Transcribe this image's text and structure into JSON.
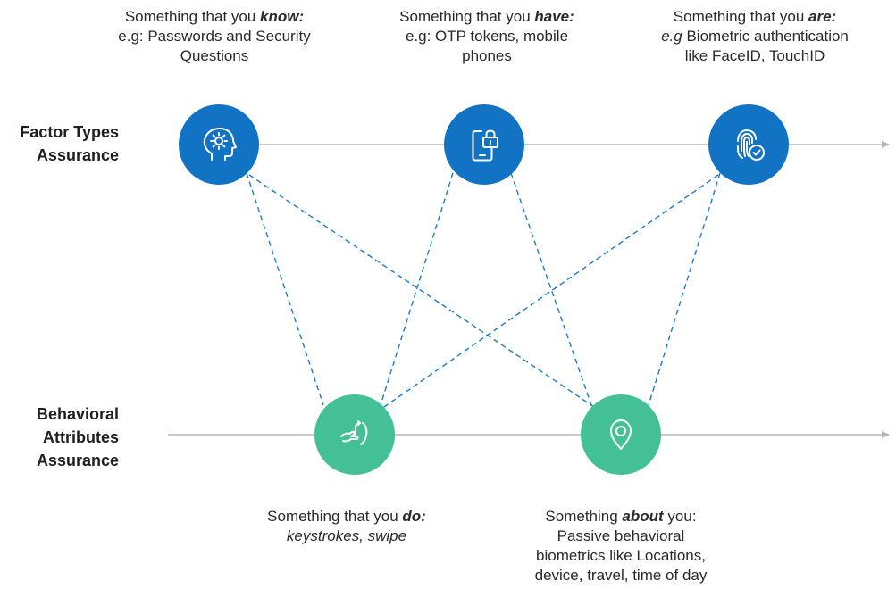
{
  "row_labels": {
    "factor_line1": "Factor Types",
    "factor_line2": "Assurance",
    "behavioral_line1": "Behavioral",
    "behavioral_line2": "Attributes",
    "behavioral_line3": "Assurance"
  },
  "captions": {
    "know": {
      "prefix": "Something that you ",
      "keyword": "know:",
      "line2": "e.g: Passwords and Security",
      "line3": "Questions"
    },
    "have": {
      "prefix": "Something that you ",
      "keyword": "have:",
      "line2": "e.g: OTP tokens, mobile",
      "line3": "phones"
    },
    "are": {
      "prefix": "Something that you ",
      "keyword": "are:",
      "line2_italic": "e.g",
      "line2_rest": " Biometric authentication",
      "line3": "like FaceID, TouchID"
    },
    "do": {
      "prefix": "Something that you ",
      "keyword": "do:",
      "line2": "keystrokes, swipe"
    },
    "about": {
      "prefix": "Something ",
      "keyword": "about",
      "suffix": " you:",
      "line2": "Passive behavioral",
      "line3": "biometrics like Locations,",
      "line4": "device, travel, time of day"
    }
  },
  "icons": {
    "know": "head-gear-icon",
    "have": "phone-lock-icon",
    "are": "fingerprint-check-icon",
    "do": "gesture-swipe-icon",
    "about": "location-pin-icon"
  },
  "colors": {
    "factor_node": "#1273c4",
    "behavior_node": "#43c095",
    "connector_dashed": "#1a7bc7",
    "axis_line": "#b5b5b5"
  }
}
